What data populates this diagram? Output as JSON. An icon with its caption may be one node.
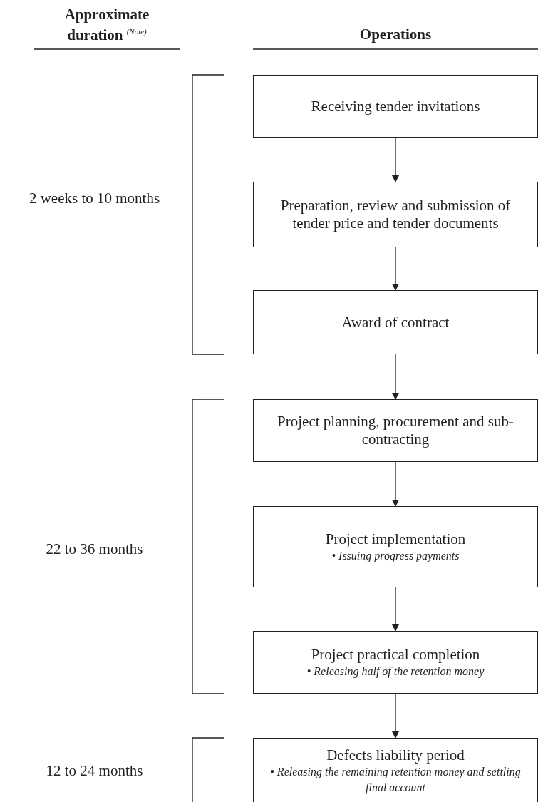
{
  "diagram": {
    "nodes": [
      {
        "text": [
          "Receiving tender invitations"
        ]
      },
      {
        "text": [
          "Preparation, review and submission of tender price and tender documents"
        ]
      },
      {
        "text": [
          "Award of contract"
        ]
      },
      {
        "text": [
          "Project planning, procurement and sub-contracting"
        ]
      },
      {
        "text": [
          "Project implementation",
          "• Issuing progress payments"
        ]
      },
      {
        "text": [
          "Project practical completion",
          "• Releasing half of the retention money"
        ]
      },
      {
        "text": [
          "Defects liability period",
          "• Releasing the remaining retention money and settling final account"
        ]
      }
    ],
    "edges": [
      {
        "from": 0,
        "to": 1,
        "arrow": "to"
      },
      {
        "from": 1,
        "to": 2,
        "arrow": "to"
      },
      {
        "from": 2,
        "to": 3,
        "arrow": "to"
      },
      {
        "from": 3,
        "to": 4,
        "arrow": "to"
      },
      {
        "from": 4,
        "to": 5,
        "arrow": "to"
      },
      {
        "from": 5,
        "to": 6,
        "arrow": "to"
      }
    ],
    "labels": [
      "Approximate duration $^{(Note)}$",
      "Operations",
      "2 weeks to 10 months",
      "22 to 36 months",
      "12 to 24 months"
    ]
  }
}
